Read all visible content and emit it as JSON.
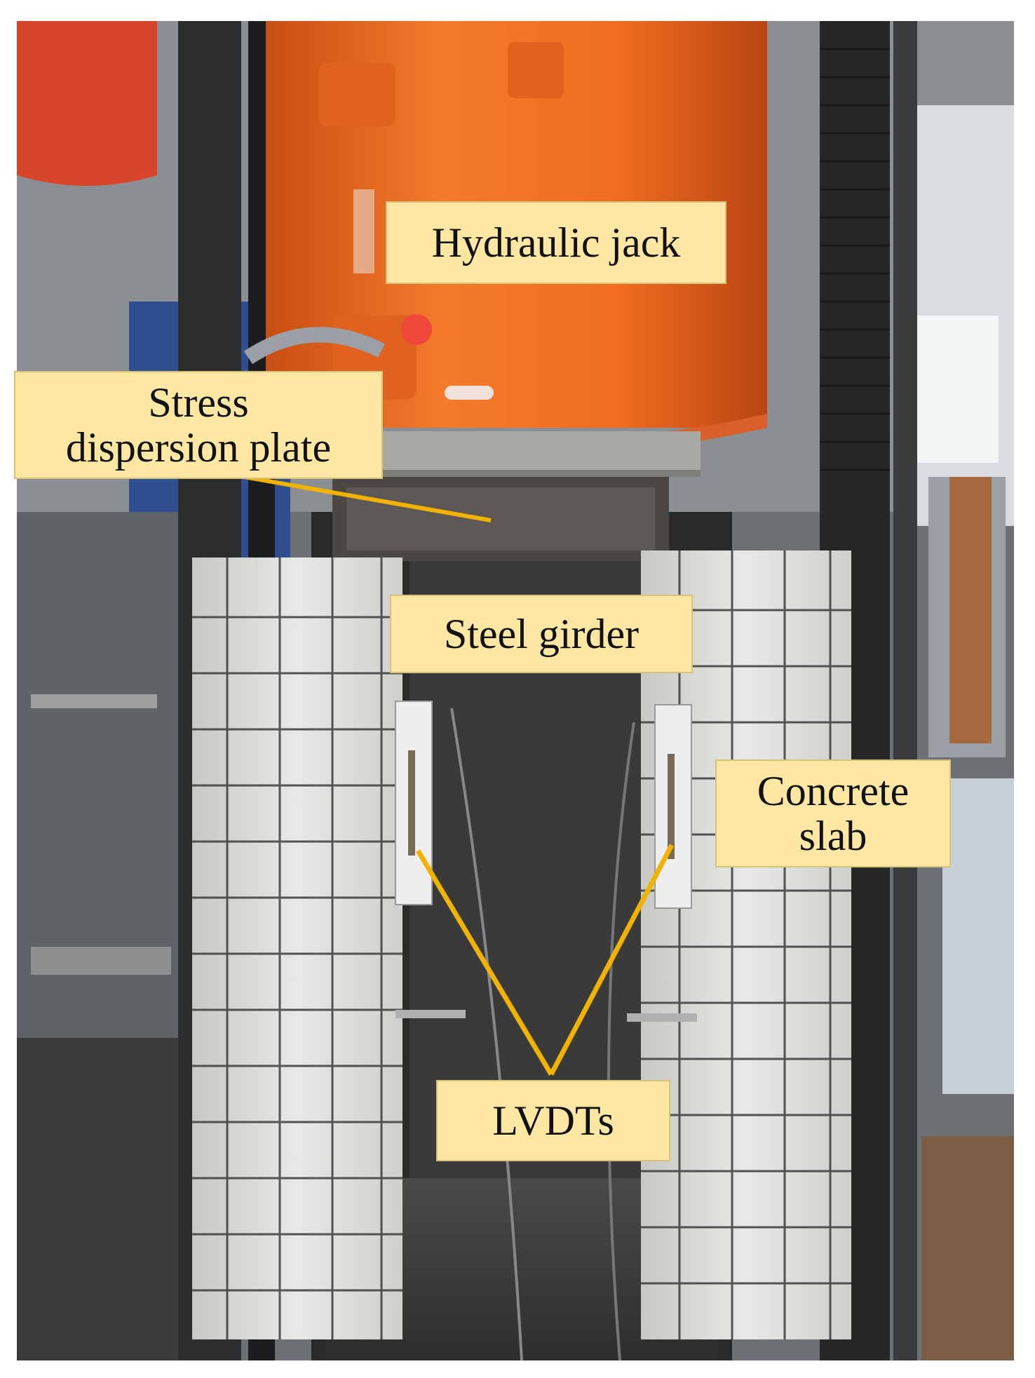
{
  "labels": {
    "hydraulic_jack": "Hydraulic jack",
    "stress_plate": "Stress\ndispersion plate",
    "steel_girder": "Steel girder",
    "concrete_slab": "Concrete\nslab",
    "lvdts": "LVDTs"
  },
  "colors": {
    "label_fill": "#fde7a2",
    "leader": "#f2b200",
    "jack": "#ef6a1f",
    "concrete": "#d9d9d6",
    "grid_line": "#3a3a3a"
  }
}
